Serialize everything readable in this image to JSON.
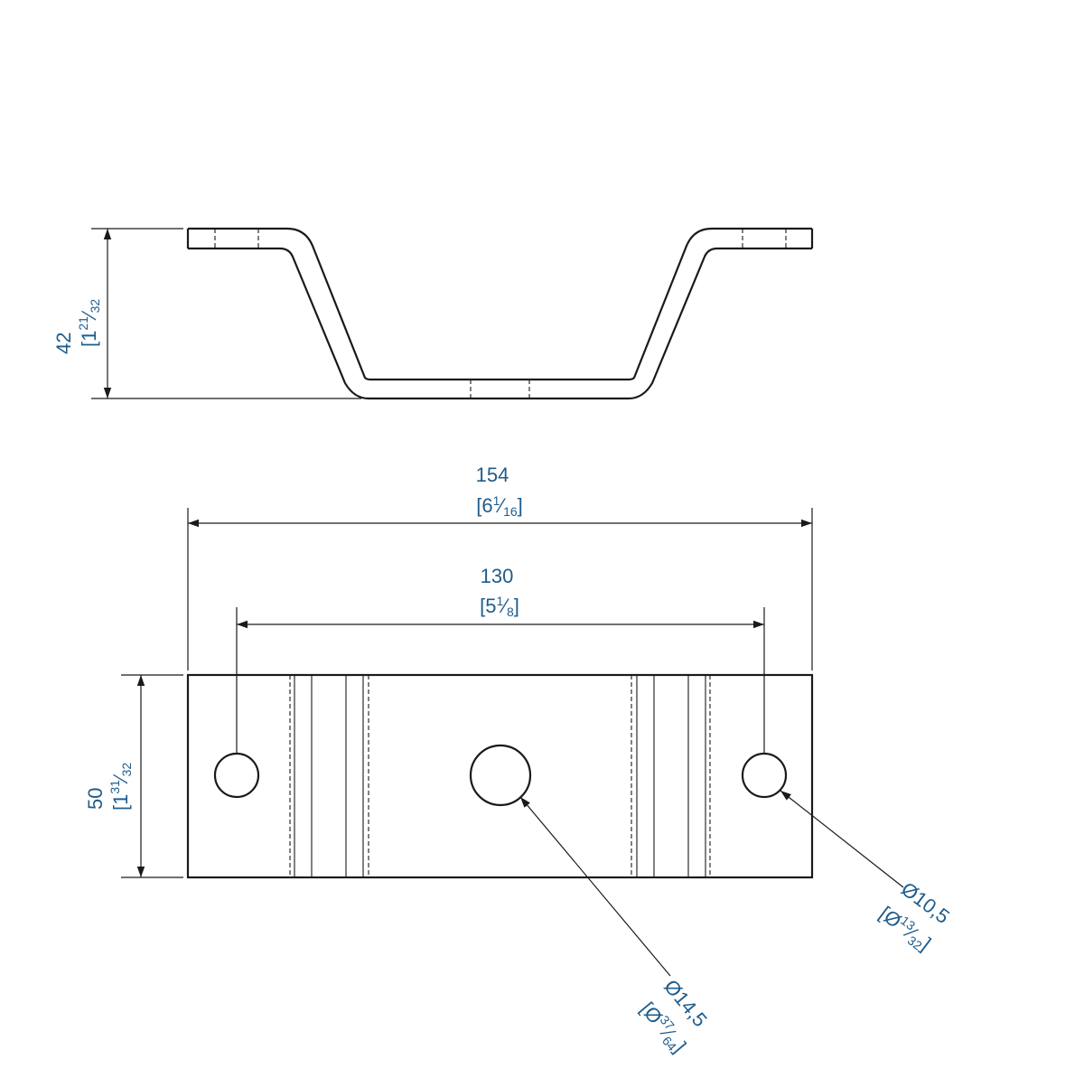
{
  "dimensions": {
    "height_side": {
      "value": "42",
      "imperial_prefix": "[1",
      "imperial_num": "21",
      "imperial_den": "32",
      "imperial_suffix": "]"
    },
    "overall_length": {
      "value": "154",
      "imperial": "[6",
      "imperial_frac_num": "1",
      "imperial_frac_den": "16",
      "imperial_suffix": "]"
    },
    "hole_spacing": {
      "value": "130",
      "imperial": "[5",
      "imperial_frac_num": "1",
      "imperial_frac_den": "8",
      "imperial_suffix": "]"
    },
    "width": {
      "value": "50",
      "imperial_prefix": "[1",
      "imperial_num": "31",
      "imperial_den": "32",
      "imperial_suffix": "]"
    },
    "center_hole": {
      "value": "Ø14,5",
      "imperial_prefix": "[Ø",
      "imperial_num": "37",
      "imperial_den": "64",
      "imperial_suffix": "]"
    },
    "side_hole": {
      "value": "Ø10,5",
      "imperial_prefix": "[Ø",
      "imperial_num": "13",
      "imperial_den": "32",
      "imperial_suffix": "]"
    }
  },
  "colors": {
    "dimension_text": "#1f5c8c",
    "linework": "#1a1a1a"
  }
}
